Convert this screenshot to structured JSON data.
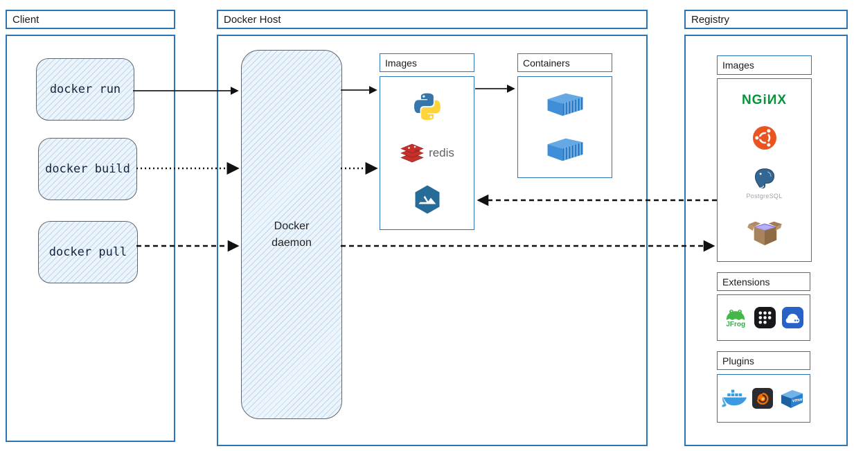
{
  "colors": {
    "frame_blue": "#2E75B6",
    "sketch_fill": "#EDF5FC",
    "sketch_border": "#5c6670",
    "arrow_black": "#111111",
    "nginx_green": "#009639",
    "ubuntu_orange": "#E95420",
    "docker_blue": "#2496ED"
  },
  "client": {
    "title": "Client",
    "commands": [
      {
        "label": "docker run",
        "arrow_style": "solid"
      },
      {
        "label": "docker build",
        "arrow_style": "dotted"
      },
      {
        "label": "docker pull",
        "arrow_style": "dashed"
      }
    ]
  },
  "docker_host": {
    "title": "Docker Host",
    "daemon_label": "Docker daemon",
    "images_panel": {
      "title": "Images",
      "icons": [
        "python-icon",
        "redis-icon",
        "hexagon-mountain-icon"
      ],
      "redis_label": "redis"
    },
    "containers_panel": {
      "title": "Containers",
      "icons": [
        "container-3d-icon",
        "container-3d-icon"
      ]
    }
  },
  "registry": {
    "title": "Registry",
    "images_panel": {
      "title": "Images",
      "nginx_label": "NGiИX",
      "postgresql_label": "PostgreSQL",
      "icons": [
        "nginx-logo",
        "ubuntu-icon",
        "postgresql-icon",
        "busybox-box-icon"
      ]
    },
    "extensions_panel": {
      "title": "Extensions",
      "jfrog_label": "JFrog",
      "icons": [
        "jfrog-icon",
        "app-grid-icon",
        "drive-app-icon"
      ]
    },
    "plugins_panel": {
      "title": "Plugins",
      "vmware_label": "vmw",
      "icons": [
        "docker-whale-icon",
        "grafana-icon",
        "vmware-cube-icon"
      ]
    }
  },
  "arrows": [
    {
      "from": "docker run",
      "to": "Docker daemon",
      "style": "solid"
    },
    {
      "from": "Docker daemon",
      "to": "Host Images",
      "style": "solid"
    },
    {
      "from": "Host Images",
      "to": "Containers",
      "style": "solid"
    },
    {
      "from": "docker build",
      "to": "Docker daemon",
      "style": "dotted"
    },
    {
      "from": "Docker daemon",
      "to": "Host Images",
      "style": "dotted"
    },
    {
      "from": "docker pull",
      "to": "Docker daemon",
      "style": "dashed"
    },
    {
      "from": "Docker daemon",
      "to": "Registry Images",
      "style": "dashed"
    },
    {
      "from": "Registry Images",
      "to": "Host Images",
      "style": "dashed"
    }
  ]
}
